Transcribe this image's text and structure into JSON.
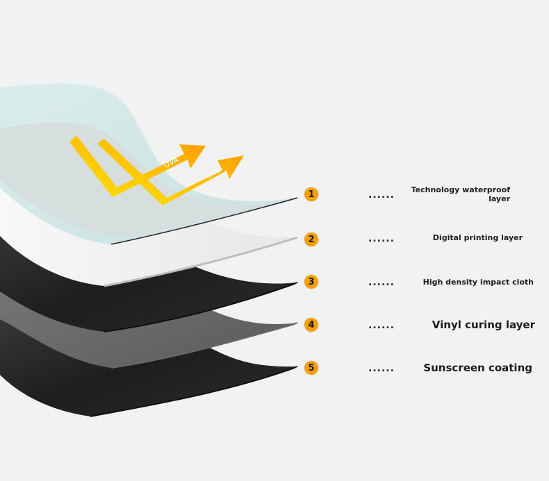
{
  "uv_labels": {
    "uva": "UVA",
    "uvb": "UVB"
  },
  "layers": [
    {
      "number": "1",
      "dots": "......",
      "label": "Technology waterproof\nlayer"
    },
    {
      "number": "2",
      "dots": "......",
      "label": "Digital printing layer"
    },
    {
      "number": "3",
      "dots": "......",
      "label": "High density impact cloth"
    },
    {
      "number": "4",
      "dots": "......",
      "label": "Vinyl curing layer"
    },
    {
      "number": "5",
      "dots": "......",
      "label": "Sunscreen coating"
    }
  ],
  "colors": {
    "background": "#f2f2f2",
    "badge": "#f5a000",
    "arrow_start": "#ffe600",
    "arrow_end": "#ff9900"
  }
}
